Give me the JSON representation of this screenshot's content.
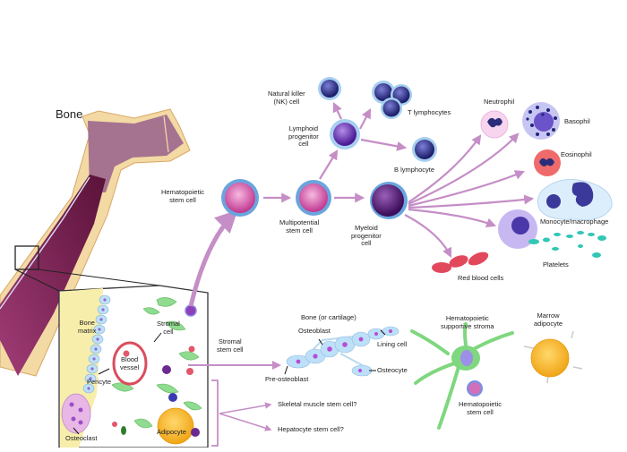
{
  "title": "Bone marrow stem cells and their progeny",
  "bone": {
    "label": "Bone"
  },
  "hematopoietic": {
    "hsc": "Hematopoietic\nstem cell",
    "multipotential": "Multipotential\nstem cell",
    "lymphoid": "Lymphoid\nprogenitor\ncell",
    "myeloid": "Myeloid\nprogenitor\ncell",
    "nk": "Natural killer\n(NK) cell",
    "t_lymph": "T lymphocytes",
    "b_lymph": "B lymphocyte",
    "neutrophil": "Neutrophil",
    "basophil": "Basophil",
    "eosinophil": "Eosinophil",
    "monocyte": "Monocyte/macrophage",
    "platelets": "Platelets",
    "rbc": "Red blood cells"
  },
  "marrow_inset": {
    "bone_matrix": "Bone\nmatrix",
    "stromal_cell": "Stromal\ncell",
    "blood_vessel": "Blood\nvessel",
    "pericyte": "Pericyte",
    "osteoclast": "Osteoclast",
    "adipocyte": "Adipocyte"
  },
  "stromal": {
    "stromal_stem_cell": "Stromal\nstem cell",
    "bone_or_cartilage": "Bone (or cartilage)",
    "osteoblast": "Osteoblast",
    "lining_cell": "Lining cell",
    "osteocyte": "Osteocyte",
    "pre_osteoblast": "Pre-osteoblast",
    "skeletal_muscle": "Skeletal muscle stem cell?",
    "hepatocyte": "Hepatocyte stem cell?"
  },
  "stroma": {
    "supportive": "Hematopoietic\nsupportive stroma",
    "hsc": "Hematopoietic\nstem cell",
    "marrow_adipocyte": "Marrow\nadipocyte"
  },
  "colors": {
    "arrow": "#c58ec6",
    "bone_marrow": "#7d1f4f",
    "bone_shell": "#f3d9a4",
    "stromal_green": "#8fdb8f",
    "lymph_blue": "#2c2f86",
    "rbc": "#e2485c",
    "adipocyte": "#f6b623"
  }
}
